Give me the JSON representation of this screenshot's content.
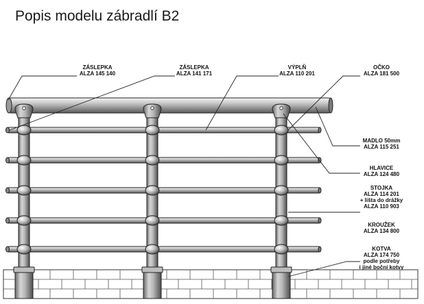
{
  "title": "Popis modelu zábradlí B2",
  "labels": {
    "zaslepka1": [
      "ZÁSLEPKA",
      "ALZA 145 140"
    ],
    "zaslepka2": [
      "ZÁSLEPKA",
      "ALZA 141 171"
    ],
    "vypln": [
      "VÝPLŇ",
      "ALZA 110 201"
    ],
    "ocko": [
      "OČKO",
      "ALZA 181 500"
    ],
    "madlo": [
      "MADLO 50mm",
      "ALZA 115 251"
    ],
    "hlavice": [
      "HLAVICE",
      "ALZA 124 480"
    ],
    "stojka": [
      "STOJKA",
      "ALZA 114 201",
      "+ lišta do drážky",
      "ALZA 110 903"
    ],
    "krouzek": [
      "KROUŽEK",
      "ALZA 134 800"
    ],
    "kotva": [
      "KOTVA",
      "ALZA 174 750",
      "podle potřeby",
      "i jiné boční kotvy"
    ]
  }
}
